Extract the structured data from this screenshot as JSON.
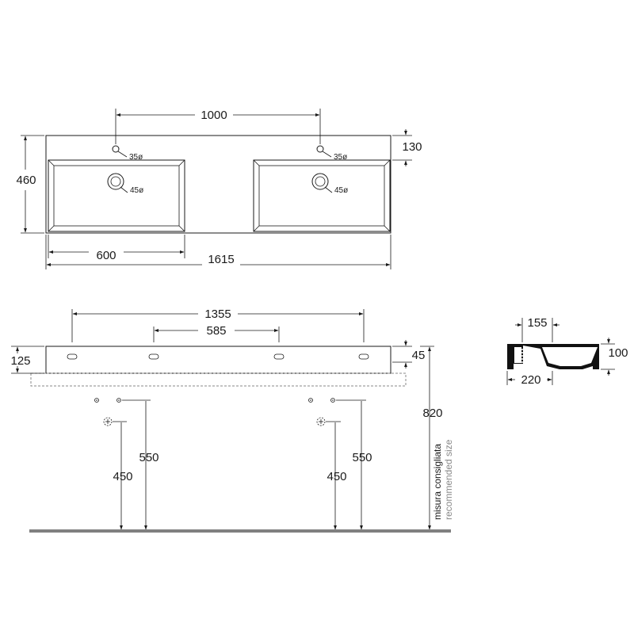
{
  "top_view": {
    "hole_spacing": "1000",
    "tap_hole_left": "35ø",
    "tap_hole_right": "35ø",
    "drain_left": "45ø",
    "drain_right": "45ø",
    "depth": "460",
    "back_offset": "130",
    "basin_width": "600",
    "total_width": "1615"
  },
  "front_view": {
    "outer_holes": "1355",
    "inner_holes": "585",
    "height": "125",
    "front_depth": "45",
    "install_height": "820",
    "outlet_height_left": "550",
    "drain_height_left": "450",
    "outlet_height_right": "550",
    "drain_height_right": "450",
    "note_it": "misura consigliata",
    "note_en": "recommended size"
  },
  "side_view": {
    "inner_offset": "155",
    "height": "100",
    "width": "220"
  },
  "colors": {
    "line": "#1a1a1a",
    "floor": "#808080",
    "fill": "#111111"
  }
}
